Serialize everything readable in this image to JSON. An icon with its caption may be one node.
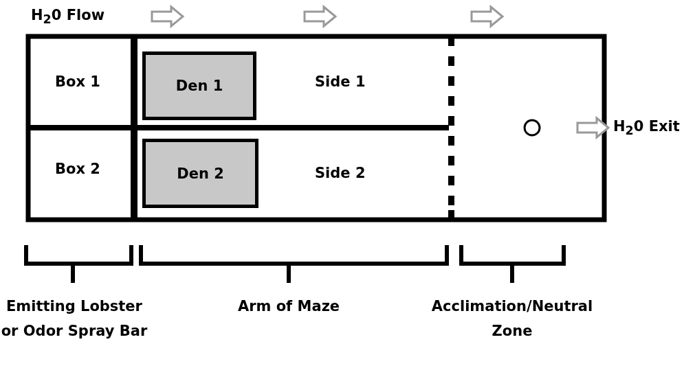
{
  "diagram": {
    "nodes": [
      {
        "text": [
          "Box 1"
        ]
      },
      {
        "text": [
          "Side 1"
        ]
      },
      {
        "text": [
          "Den 1"
        ],
        "in": 1
      },
      {
        "text": [
          "Box 2"
        ]
      },
      {
        "text": [
          "Side 2"
        ]
      },
      {
        "text": [
          "Den 2"
        ],
        "in": 4
      }
    ],
    "edges": [],
    "labels": [
      "H$_{2}$0 Flow",
      "H$_{2}$0 Exit",
      "Emitting Lobster or Odor Spray Bar",
      "Arm of Maze",
      "Acclimation/Neutral Zone"
    ]
  }
}
